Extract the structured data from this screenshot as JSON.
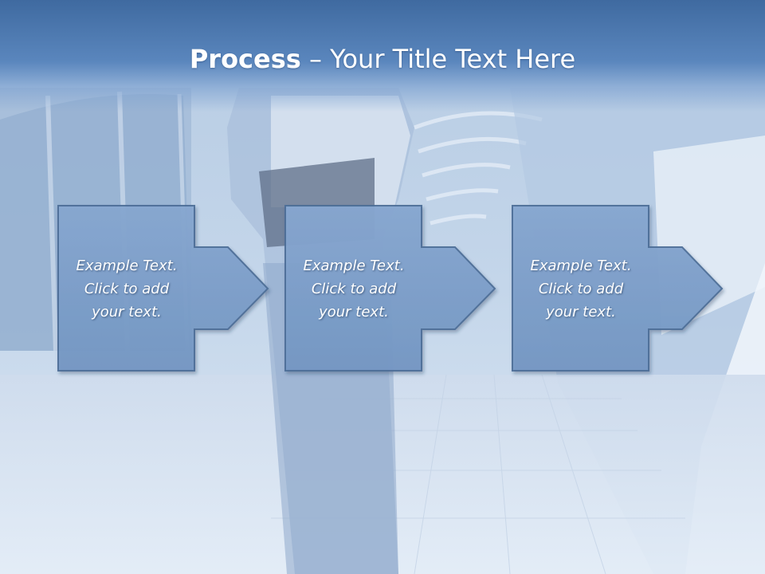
{
  "slide": {
    "title_bold": "Process",
    "title_rest": " – Your Title Text Here",
    "steps": [
      {
        "text": "Example Text. Click  to add your text."
      },
      {
        "text": "Example Text. Click  to add your text."
      },
      {
        "text": "Example Text. Click  to add your text."
      }
    ]
  },
  "colors": {
    "title_bar": "#4a76ad",
    "box_fill": "#7c9fcb",
    "box_border": "#4f6f98",
    "text": "#ffffff"
  }
}
